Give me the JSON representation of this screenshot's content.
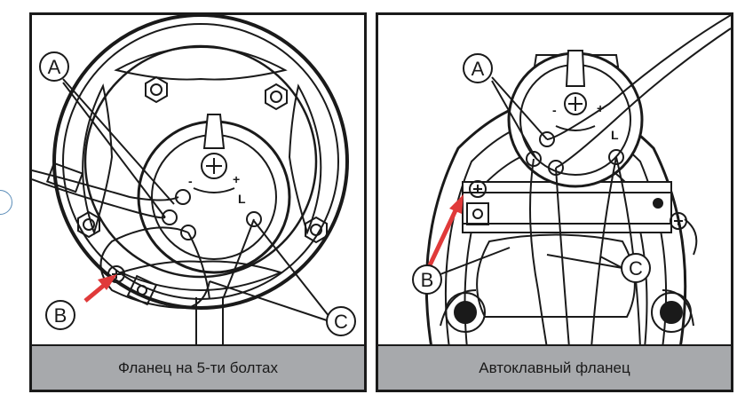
{
  "panels": [
    {
      "caption": "Фланец на 5-ти болтах",
      "callouts": {
        "a": "A",
        "b": "B",
        "c": "C"
      },
      "terminal_labels": {
        "line": "L",
        "minus": "-",
        "plus": "+"
      }
    },
    {
      "caption": "Автоклавный фланец",
      "callouts": {
        "a": "A",
        "b": "B",
        "c": "C"
      },
      "terminal_labels": {
        "line": "L",
        "minus": "-",
        "plus": "+"
      }
    }
  ],
  "colors": {
    "arrow": "#e03a3a",
    "line": "#1a1a1a",
    "caption_bg": "#a7a9ac"
  }
}
